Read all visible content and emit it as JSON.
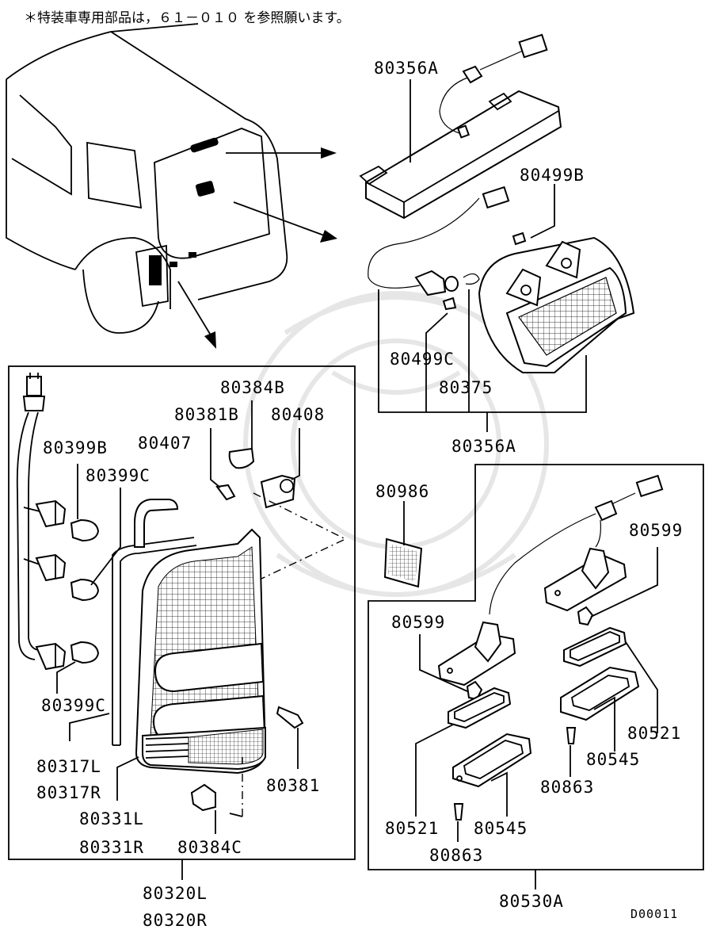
{
  "header_note": "＊特装車専用部品は，６１－０１０ を参照願います。",
  "diagram_code": "D00011",
  "labels": {
    "l80356A_top": "80356A",
    "l80499B": "80499B",
    "l80499C": "80499C",
    "l80375": "80375",
    "l80356A_bottom": "80356A",
    "l80384B": "80384B",
    "l80381B": "80381B",
    "l80408": "80408",
    "l80399B": "80399B",
    "l80407": "80407",
    "l80399C_a": "80399C",
    "l80399C_b": "80399C",
    "l80317L": "80317L",
    "l80317R": "80317R",
    "l80331L": "80331L",
    "l80331R": "80331R",
    "l80381": "80381",
    "l80384C": "80384C",
    "l80320L": "80320L",
    "l80320R": "80320R",
    "l80986": "80986",
    "l80599_a": "80599",
    "l80599_b": "80599",
    "l80521_a": "80521",
    "l80521_b": "80521",
    "l80545_a": "80545",
    "l80545_b": "80545",
    "l80863_a": "80863",
    "l80863_b": "80863",
    "l80530A": "80530A"
  },
  "colors": {
    "line": "#000000",
    "watermark": "#e6e6e6",
    "background": "#ffffff"
  }
}
